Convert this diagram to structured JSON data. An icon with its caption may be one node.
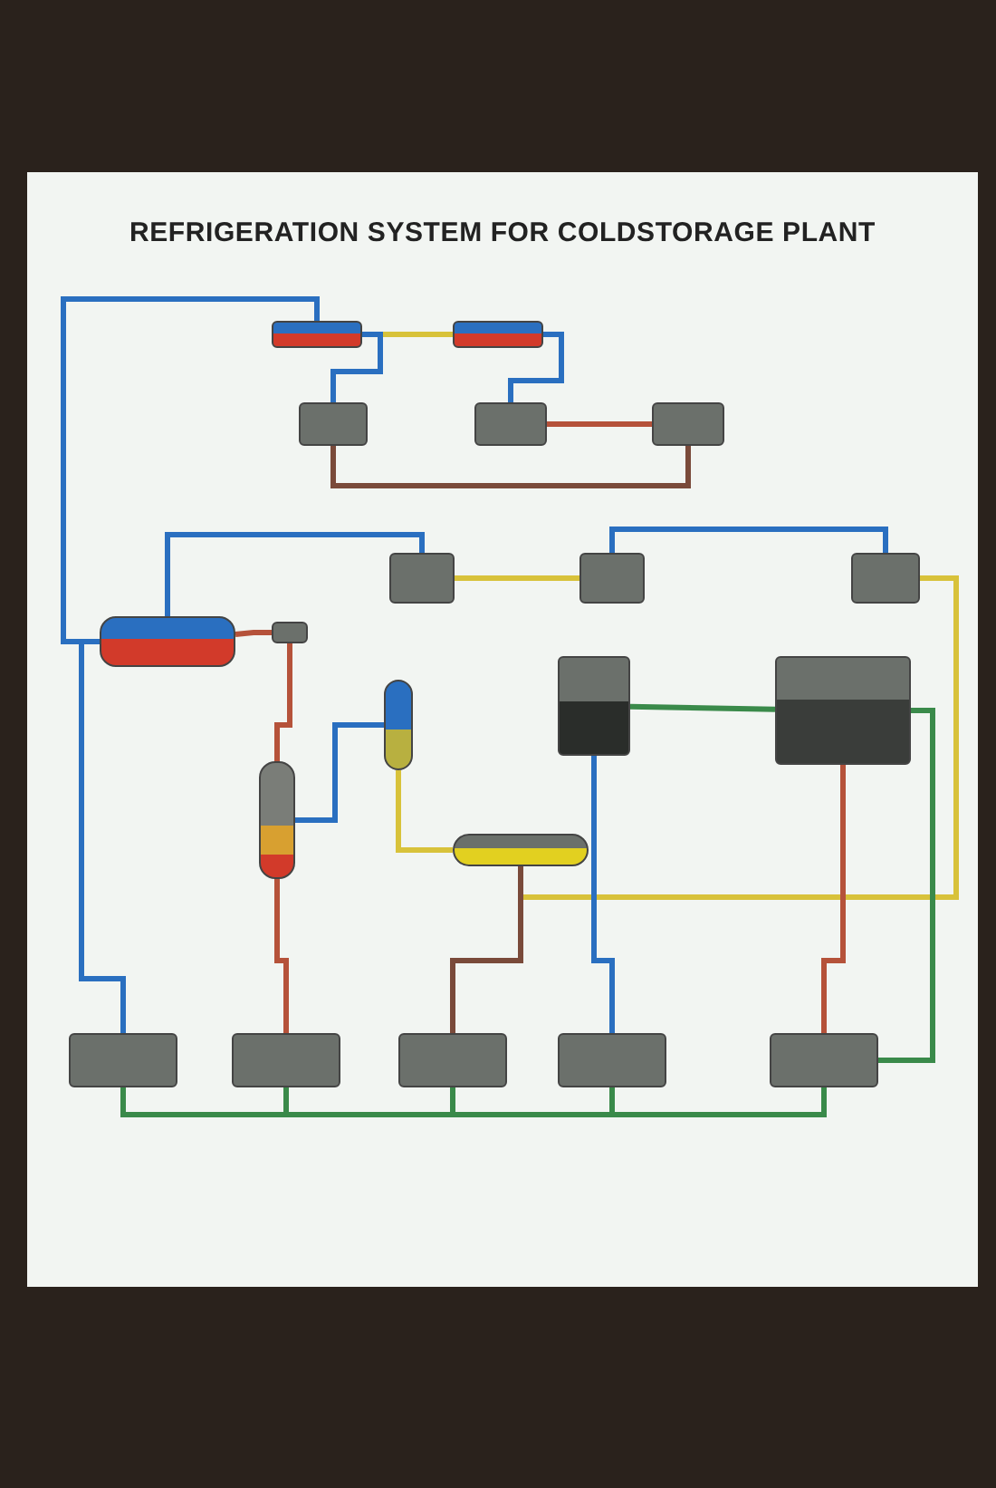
{
  "diagram": {
    "title": "REFRIGERATION SYSTEM FOR COLDSTORAGE PLANT",
    "nodes": [
      {
        "text": [],
        "shape": "box"
      },
      {
        "text": [],
        "shape": "box"
      },
      {
        "text": [],
        "shape": "box"
      },
      {
        "text": [],
        "shape": "box"
      },
      {
        "text": [],
        "shape": "box"
      },
      {
        "text": [],
        "shape": "box"
      },
      {
        "text": [],
        "shape": "box"
      },
      {
        "text": [],
        "shape": "box"
      },
      {
        "text": [],
        "shape": "cylinder"
      },
      {
        "text": [],
        "shape": "box"
      },
      {
        "text": [],
        "shape": "cylinder"
      },
      {
        "text": [],
        "shape": "cylinder"
      },
      {
        "text": [],
        "shape": "cylinder"
      },
      {
        "text": [],
        "shape": "box"
      },
      {
        "text": [],
        "shape": "box"
      },
      {
        "text": [],
        "shape": "box"
      },
      {
        "text": [],
        "shape": "box"
      },
      {
        "text": [],
        "shape": "box"
      },
      {
        "text": [],
        "shape": "box"
      },
      {
        "text": [],
        "shape": "box"
      }
    ],
    "edges": [
      {
        "from": 8,
        "to": 0,
        "arrow": "none",
        "color": "#2a6fc0"
      },
      {
        "from": 0,
        "to": 1,
        "arrow": "none",
        "color": "#d8c23a"
      },
      {
        "from": 0,
        "to": 2,
        "arrow": "none",
        "color": "#2a6fc0"
      },
      {
        "from": 1,
        "to": 3,
        "arrow": "none",
        "color": "#2a6fc0"
      },
      {
        "from": 3,
        "to": 4,
        "arrow": "none",
        "color": "#b5523a"
      },
      {
        "from": 2,
        "to": 4,
        "arrow": "none",
        "color": "#7a4a3a"
      },
      {
        "from": 8,
        "to": 5,
        "arrow": "none",
        "color": "#2a6fc0"
      },
      {
        "from": 5,
        "to": 6,
        "arrow": "none",
        "color": "#d8c23a"
      },
      {
        "from": 6,
        "to": 7,
        "arrow": "none",
        "color": "#2a6fc0"
      },
      {
        "from": 8,
        "to": 9,
        "arrow": "none",
        "color": "#b5523a"
      },
      {
        "from": 9,
        "to": 11,
        "arrow": "none",
        "color": "#b5523a"
      },
      {
        "from": 11,
        "to": 10,
        "arrow": "none",
        "color": "#2a6fc0"
      },
      {
        "from": 10,
        "to": 12,
        "arrow": "none",
        "color": "#d8c23a"
      },
      {
        "from": 12,
        "to": 7,
        "arrow": "none",
        "color": "#d8c23a"
      },
      {
        "from": 13,
        "to": 14,
        "arrow": "none",
        "color": "#3a8a4a"
      },
      {
        "from": 14,
        "to": 19,
        "arrow": "none",
        "color": "#3a8a4a"
      },
      {
        "from": 15,
        "to": 16,
        "arrow": "none",
        "color": "#3a8a4a"
      },
      {
        "from": 16,
        "to": 17,
        "arrow": "none",
        "color": "#3a8a4a"
      },
      {
        "from": 17,
        "to": 18,
        "arrow": "none",
        "color": "#3a8a4a"
      },
      {
        "from": 18,
        "to": 19,
        "arrow": "none",
        "color": "#3a8a4a"
      },
      {
        "from": 15,
        "to": 8,
        "arrow": "none",
        "color": "#2a6fc0"
      },
      {
        "from": 16,
        "to": 11,
        "arrow": "none",
        "color": "#b5523a"
      },
      {
        "from": 17,
        "to": 12,
        "arrow": "none",
        "color": "#7a4a3a"
      },
      {
        "from": 18,
        "to": 13,
        "arrow": "none",
        "color": "#2a6fc0"
      },
      {
        "from": 19,
        "to": 14,
        "arrow": "none",
        "color": "#b5523a"
      }
    ]
  }
}
